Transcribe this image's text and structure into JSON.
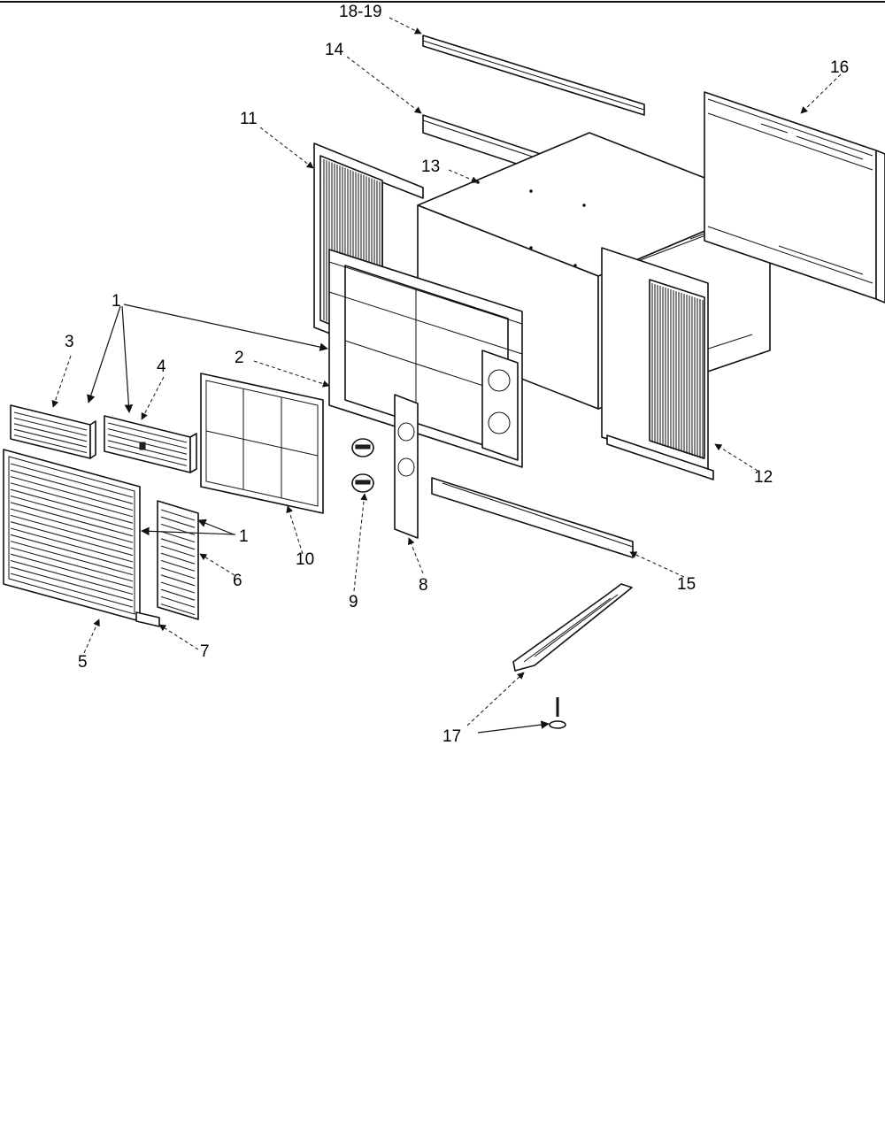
{
  "diagram": {
    "callouts": {
      "c1": "1",
      "c2": "2",
      "c3": "3",
      "c4": "4",
      "c5": "5",
      "c6": "6",
      "c7": "7",
      "c8": "8",
      "c9": "9",
      "c10": "10",
      "c11": "11",
      "c12": "12",
      "c13": "13",
      "c14": "14",
      "c15": "15",
      "c16": "16",
      "c17": "17",
      "c18_19": "18-19"
    }
  }
}
